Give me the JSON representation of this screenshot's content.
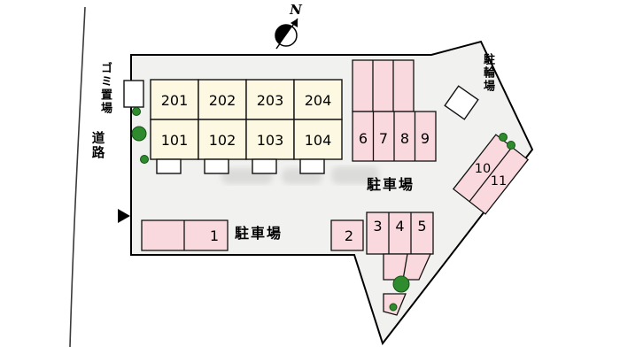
{
  "diagram": {
    "compass": {
      "north_label": "N"
    },
    "labels": {
      "road": "道路",
      "garbage_area": "ゴミ置場",
      "bicycle_parking": "駐輪場",
      "parking_area_right": "駐車場",
      "parking_area_front": "駐車場"
    },
    "building": {
      "upper_units": [
        "201",
        "202",
        "203",
        "204"
      ],
      "lower_units": [
        "101",
        "102",
        "103",
        "104"
      ]
    },
    "parking_stalls": [
      "1",
      "2",
      "3",
      "4",
      "5",
      "6",
      "7",
      "8",
      "9",
      "10",
      "11"
    ],
    "colors": {
      "stall_fill": "#f9d9de",
      "building_fill": "#fdf8e1",
      "site_fill": "#f1f1ef",
      "tree_green": "#2e8b2e",
      "outline": "#000000"
    }
  }
}
